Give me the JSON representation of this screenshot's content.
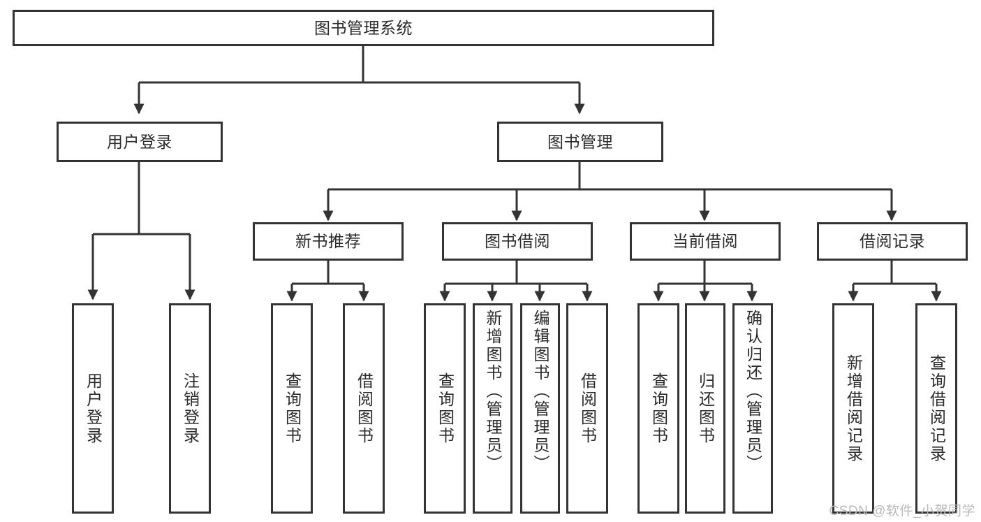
{
  "diagram": {
    "title": "图书管理系统",
    "watermark": "CSDN @软件_小贺同学",
    "line_color": "#333333",
    "box_fill": "#ffffff",
    "text_color": "#2b2b2b",
    "root": {
      "label": "图书管理系统"
    },
    "level2": [
      {
        "label": "用户登录"
      },
      {
        "label": "图书管理"
      }
    ],
    "level3": [
      {
        "label": "新书推荐"
      },
      {
        "label": "图书借阅"
      },
      {
        "label": "当前借阅"
      },
      {
        "label": "借阅记录"
      }
    ],
    "leaves": {
      "user_login": [
        {
          "label": "用户登录"
        },
        {
          "label": "注销登录"
        }
      ],
      "new_book": [
        {
          "label": "查询图书"
        },
        {
          "label": "借阅图书"
        }
      ],
      "book_borrow": [
        {
          "label": "查询图书"
        },
        {
          "label": "新增图书（管理员）"
        },
        {
          "label": "编辑图书（管理员）"
        },
        {
          "label": "借阅图书"
        }
      ],
      "current_borrow": [
        {
          "label": "查询图书"
        },
        {
          "label": "归还图书"
        },
        {
          "label": "确认归还（管理员）"
        }
      ],
      "borrow_record": [
        {
          "label": "新增借阅记录"
        },
        {
          "label": "查询借阅记录"
        }
      ]
    }
  }
}
